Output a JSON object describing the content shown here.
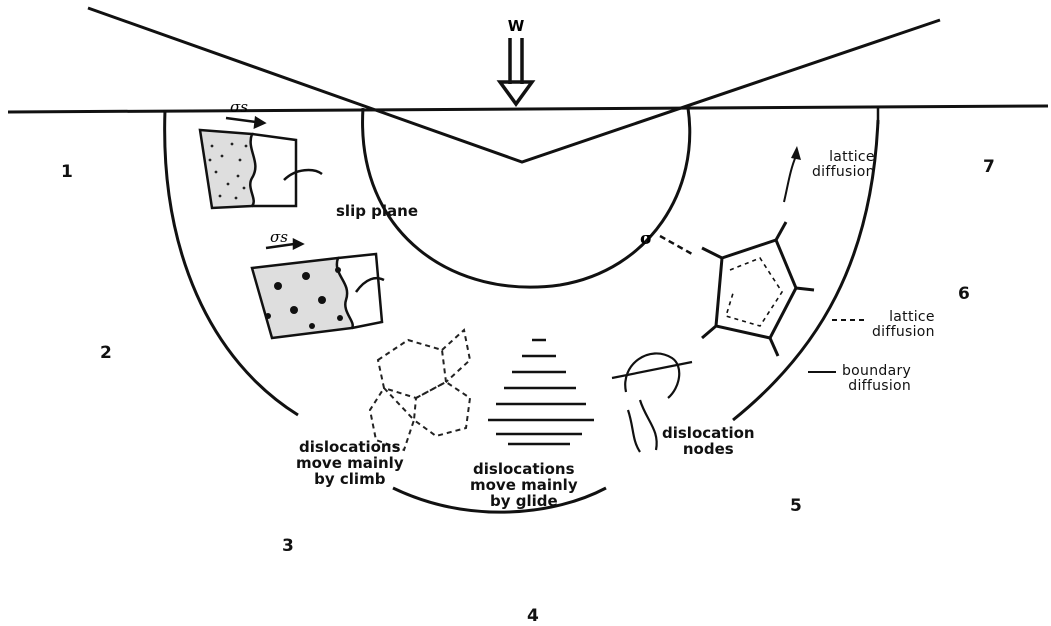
{
  "diagram": {
    "load_label": "W",
    "stress_label": "σ",
    "shear_stress_label": "σs",
    "region_numbers": [
      "1",
      "2",
      "3",
      "4",
      "5",
      "6",
      "7"
    ],
    "labels": {
      "slip_plane": "slip plane",
      "climb": "dislocations\nmove mainly\nby climb",
      "glide": "dislocations\nmove mainly\nby glide",
      "nodes": "dislocation\nnodes",
      "lattice_diffusion_top": "lattice\ndiffusion",
      "lattice_diffusion_mid": "lattice\ndiffusion",
      "boundary_diffusion": "boundary\ndiffusion"
    }
  }
}
